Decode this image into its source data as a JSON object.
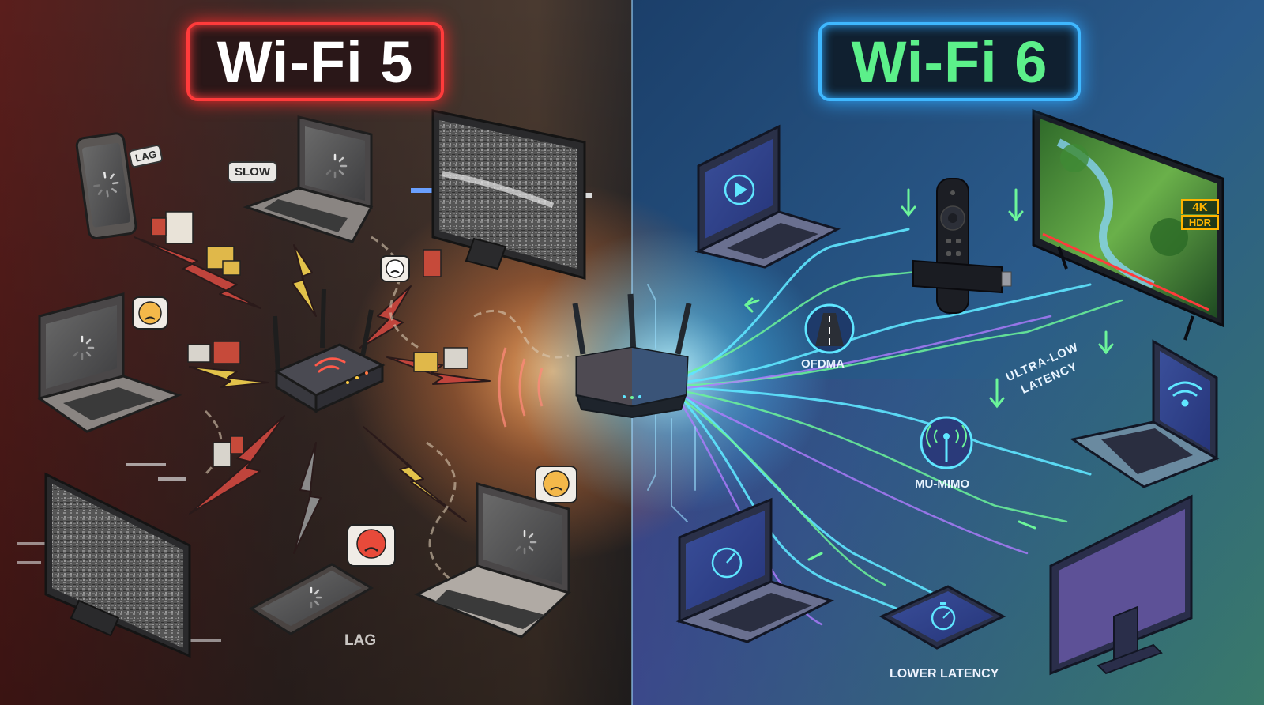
{
  "left_panel": {
    "title": "Wi-Fi 5",
    "labels": {
      "slow": "SLOW",
      "lag_top": "LAG",
      "lag_bottom": "LAG"
    }
  },
  "right_panel": {
    "title": "Wi-Fi 6",
    "labels": {
      "ofdma": "OFDMA",
      "mu_mimo": "MU-MIMO",
      "ultra_low_line1": "ULTRA-LOW",
      "ultra_low_line2": "LATENCY",
      "lower_latency": "LOWER LATENCY",
      "tv_4k": "4K",
      "tv_hdr": "HDR"
    }
  },
  "colors": {
    "left_accent": "#ff3b3b",
    "right_accent": "#3fb8ff",
    "right_title_text": "#5cf08a",
    "lightning": "#e2c24a",
    "stream_cyan": "#5fe6ff",
    "stream_green": "#6cf59a",
    "stream_purple": "#b07cff"
  },
  "icons": [
    "router-icon",
    "laptop-icon",
    "tv-icon",
    "phone-icon",
    "tablet-icon",
    "remote-icon",
    "streaming-stick-icon",
    "road-icon",
    "antenna-icon",
    "wifi-icon",
    "play-icon",
    "gauge-icon",
    "stopwatch-icon",
    "loading-spinner-icon",
    "angry-face-icon",
    "lightning-icon"
  ]
}
